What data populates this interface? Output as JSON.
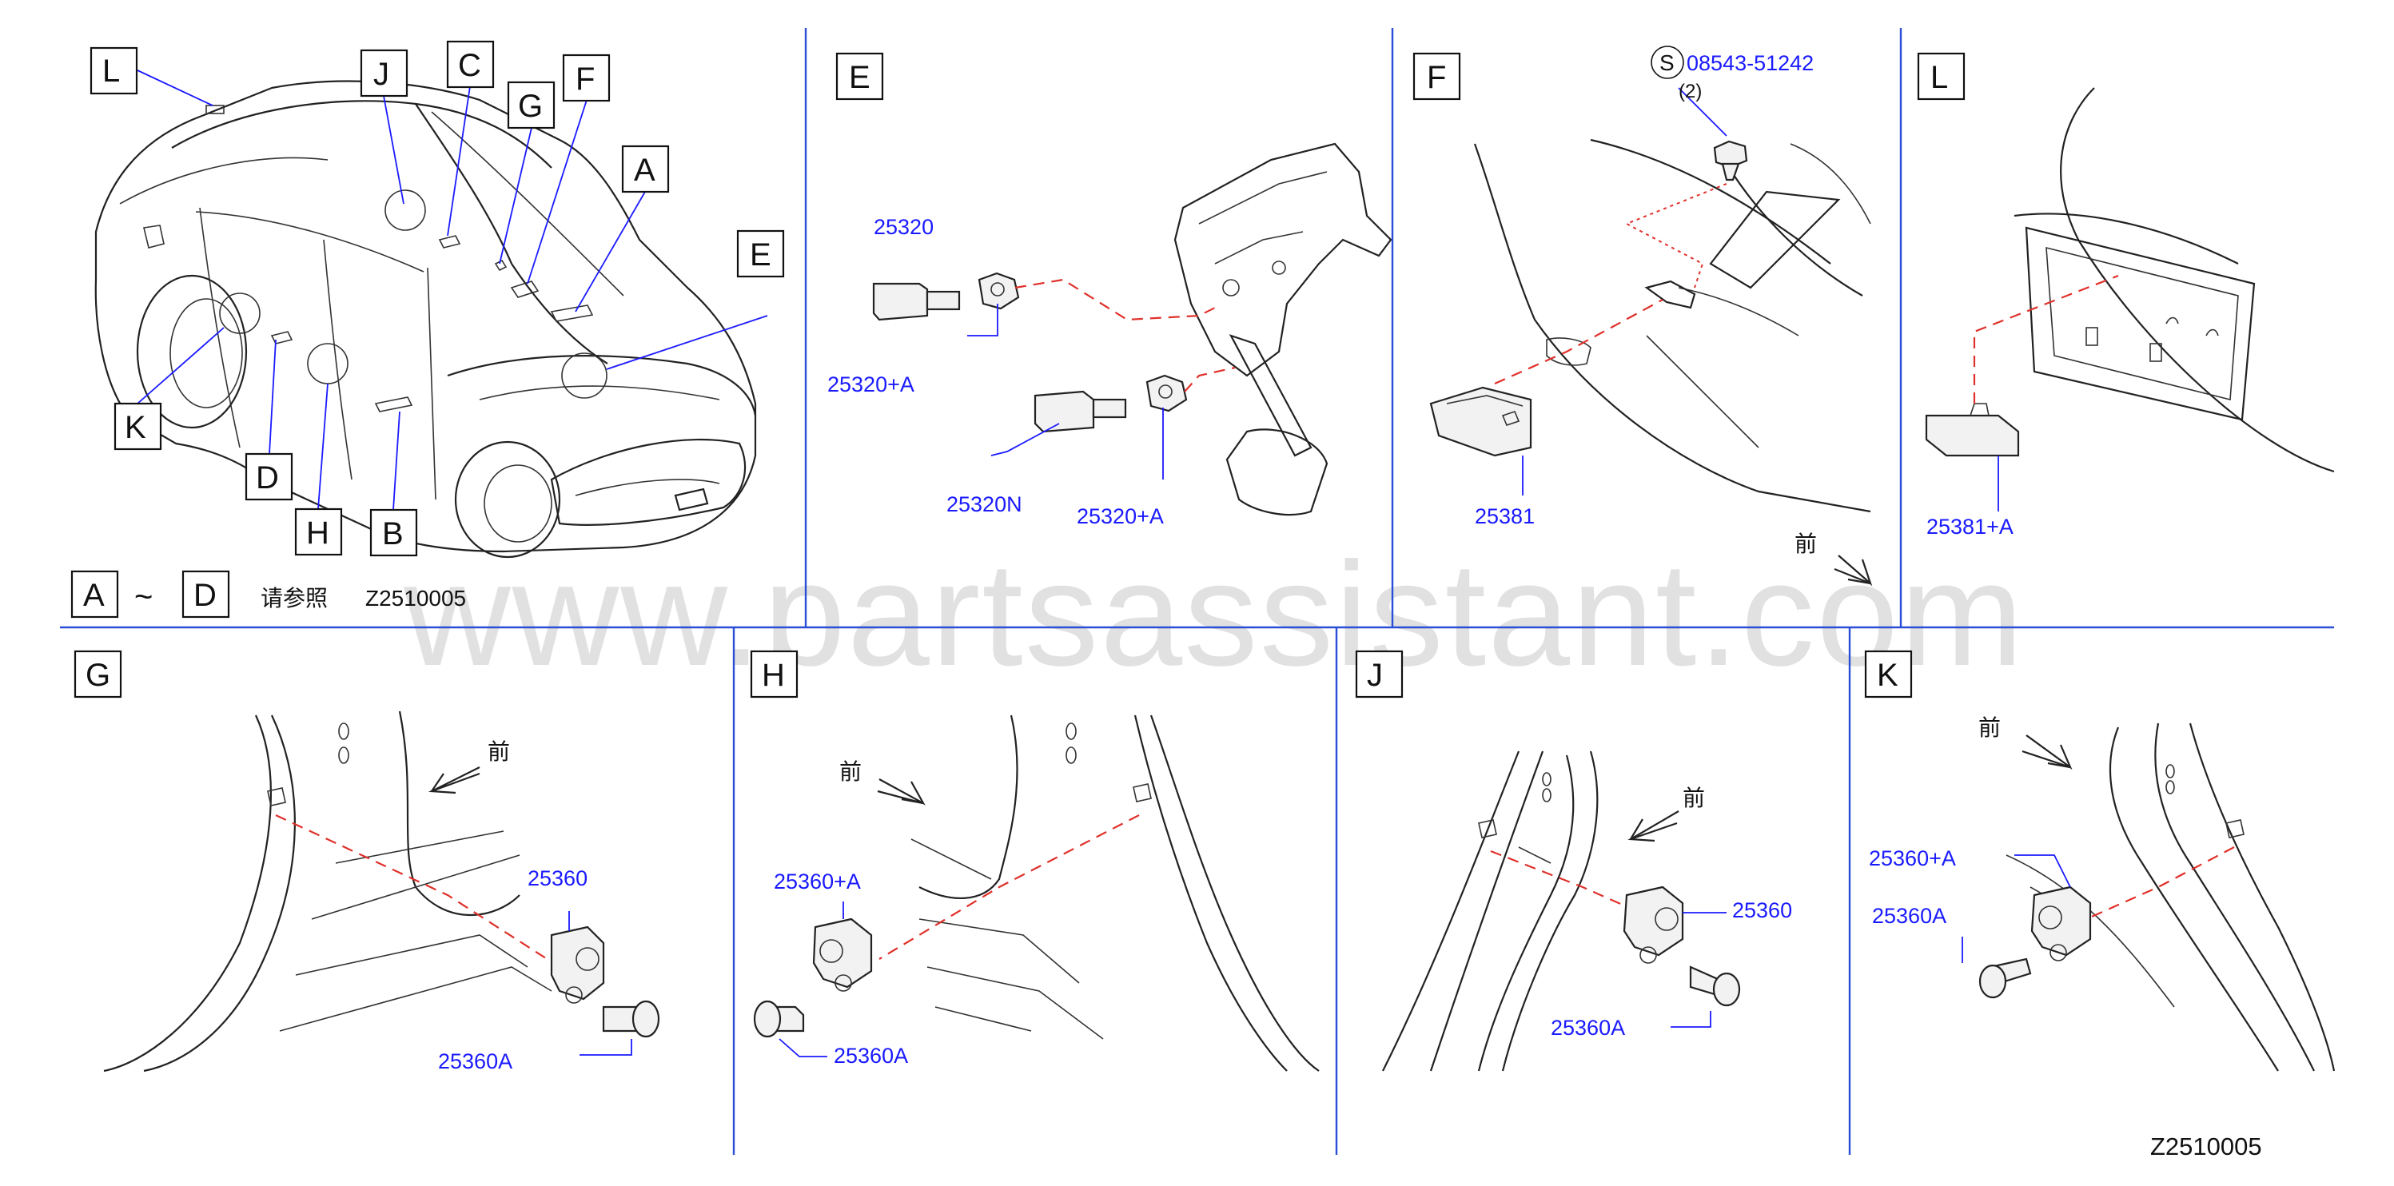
{
  "watermark": "www.partsassistant.com",
  "diagram_code": "Z2510005",
  "front_label": "前",
  "overview": {
    "callouts": [
      "L",
      "J",
      "C",
      "G",
      "F",
      "A",
      "E",
      "K",
      "D",
      "H",
      "B"
    ],
    "reference": {
      "from": "A",
      "to": "D",
      "tilde": "~",
      "text": "请参照",
      "code": "Z2510005"
    }
  },
  "panel_e": {
    "letter": "E",
    "parts": [
      "25320",
      "25320+A",
      "25320N",
      "25320+A"
    ]
  },
  "panel_f": {
    "letter": "F",
    "std_badge": "S",
    "std_part": "08543-51242",
    "std_qty": "(2)",
    "parts": [
      "25381"
    ]
  },
  "panel_l": {
    "letter": "L",
    "parts": [
      "25381+A"
    ]
  },
  "panel_g": {
    "letter": "G",
    "parts": [
      "25360",
      "25360A"
    ]
  },
  "panel_h": {
    "letter": "H",
    "parts": [
      "25360+A",
      "25360A"
    ]
  },
  "panel_j": {
    "letter": "J",
    "parts": [
      "25360",
      "25360A"
    ]
  },
  "panel_k": {
    "letter": "K",
    "parts": [
      "25360+A",
      "25360A"
    ]
  },
  "colors": {
    "part_number": "#1a1aff",
    "divider": "#2a4fd6",
    "explode_line": "#e0302a",
    "leader": "#1a1aff"
  }
}
